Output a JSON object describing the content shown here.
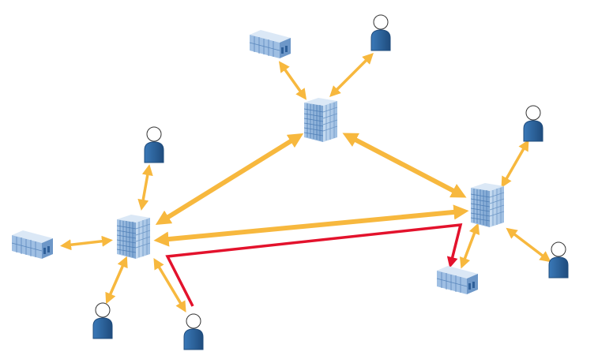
{
  "diagram": {
    "colors": {
      "link": "#f7b83e",
      "path": "#e3122c",
      "person_body": "#2f6aa6",
      "person_body_dark": "#1f4c7d",
      "person_head": "#ffffff",
      "building_light": "#c9ddf1",
      "building_mid": "#8fb3da",
      "building_dark": "#5f8dc0",
      "building_window": "#3c6fa9"
    },
    "nodes": [
      {
        "id": "tower-top",
        "kind": "tower-icon"
      },
      {
        "id": "tower-left",
        "kind": "tower-icon"
      },
      {
        "id": "tower-right",
        "kind": "tower-icon"
      },
      {
        "id": "warehouse-top",
        "kind": "warehouse-icon"
      },
      {
        "id": "warehouse-left",
        "kind": "warehouse-icon"
      },
      {
        "id": "warehouse-right",
        "kind": "warehouse-icon"
      },
      {
        "id": "person-top",
        "kind": "person-icon"
      },
      {
        "id": "person-left-top",
        "kind": "person-icon"
      },
      {
        "id": "person-left-bottom-1",
        "kind": "person-icon"
      },
      {
        "id": "person-left-bottom-2",
        "kind": "person-icon"
      },
      {
        "id": "person-right-top",
        "kind": "person-icon"
      },
      {
        "id": "person-right-bottom",
        "kind": "person-icon"
      }
    ],
    "links": [
      {
        "from": "tower-top",
        "to": "warehouse-top",
        "style": "thin"
      },
      {
        "from": "tower-top",
        "to": "person-top",
        "style": "thin"
      },
      {
        "from": "tower-top",
        "to": "tower-left",
        "style": "thick"
      },
      {
        "from": "tower-top",
        "to": "tower-right",
        "style": "thick"
      },
      {
        "from": "tower-left",
        "to": "tower-right",
        "style": "thick"
      },
      {
        "from": "tower-left",
        "to": "person-left-top",
        "style": "thin"
      },
      {
        "from": "tower-left",
        "to": "warehouse-left",
        "style": "thin"
      },
      {
        "from": "tower-left",
        "to": "person-left-bottom-1",
        "style": "thin"
      },
      {
        "from": "tower-left",
        "to": "person-left-bottom-2",
        "style": "thin"
      },
      {
        "from": "tower-right",
        "to": "person-right-top",
        "style": "thin"
      },
      {
        "from": "tower-right",
        "to": "person-right-bottom",
        "style": "thin"
      },
      {
        "from": "tower-right",
        "to": "warehouse-right",
        "style": "thin"
      }
    ],
    "highlighted_path": {
      "from": "person-left-bottom-2",
      "via": [
        "tower-left",
        "tower-right"
      ],
      "to": "warehouse-right"
    }
  }
}
